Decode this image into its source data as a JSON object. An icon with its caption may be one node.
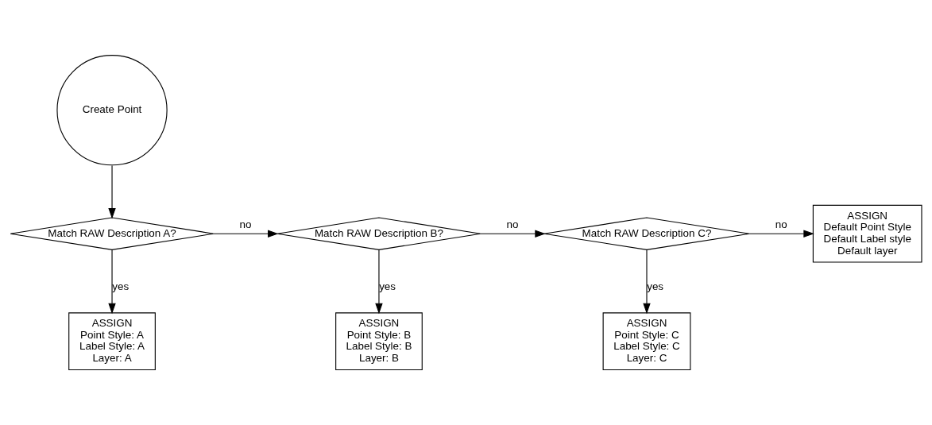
{
  "diagram": {
    "nodes": [
      {
        "text": [
          "Create Point"
        ]
      },
      {
        "text": [
          "Match RAW Description A?"
        ]
      },
      {
        "text": [
          "Match RAW Description B?"
        ]
      },
      {
        "text": [
          "Match RAW Description C?"
        ]
      },
      {
        "text": [
          "ASSIGN",
          "Default Point Style",
          "Default Label style",
          "Default layer"
        ]
      },
      {
        "text": [
          "ASSIGN",
          "Point Style: A",
          "Label Style: A",
          "Layer: A"
        ]
      },
      {
        "text": [
          "ASSIGN",
          "Point Style: B",
          "Label Style: B",
          "Layer: B"
        ]
      },
      {
        "text": [
          "ASSIGN",
          "Point Style: C",
          "Label Style: C",
          "Layer: C"
        ]
      }
    ],
    "edges": [
      {
        "from": 0,
        "to": 1,
        "arrow": "to"
      },
      {
        "from": 1,
        "to": 2,
        "arrow": "to",
        "label": "no"
      },
      {
        "from": 2,
        "to": 3,
        "arrow": "to",
        "label": "no"
      },
      {
        "from": 3,
        "to": 4,
        "arrow": "to",
        "label": "no"
      },
      {
        "from": 1,
        "to": 5,
        "arrow": "to",
        "label": "yes"
      },
      {
        "from": 2,
        "to": 6,
        "arrow": "to",
        "label": "yes"
      },
      {
        "from": 3,
        "to": 7,
        "arrow": "to",
        "label": "yes"
      }
    ]
  }
}
